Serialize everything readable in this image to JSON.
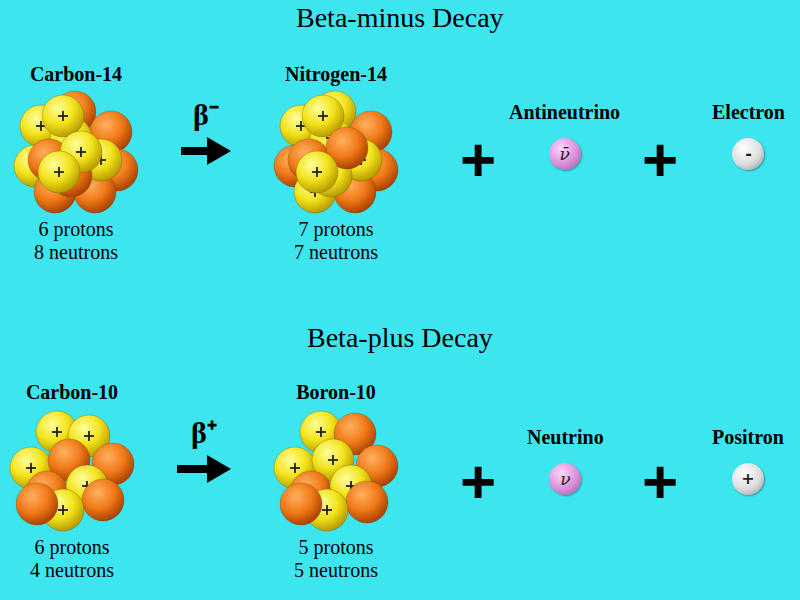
{
  "diagram": {
    "title": "Beta-minus Decay",
    "nodes": [
      {
        "text": [
          "Carbon-14",
          "6 protons 8 neutrons"
        ]
      },
      {
        "text": [
          "Nitrogen-14",
          "7 protons 7 neutrons"
        ]
      },
      {
        "text": [
          "Antineutrino",
          "ν̄"
        ]
      },
      {
        "text": [
          "Electron",
          "-"
        ]
      },
      {
        "text": [
          "Carbon-10",
          "6 protons 4 neutrons"
        ]
      },
      {
        "text": [
          "Boron-10",
          "5 protons 5 neutrons"
        ]
      },
      {
        "text": [
          "Neutrino",
          "ν"
        ]
      },
      {
        "text": [
          "Positron",
          "+"
        ]
      }
    ],
    "edges": [
      {
        "from": 0,
        "to": 1,
        "arrow": "to",
        "label": "β⁻"
      },
      {
        "from": 4,
        "to": 5,
        "arrow": "to",
        "label": "β⁺"
      }
    ],
    "labels": [
      "Beta-plus Decay",
      "+",
      "+",
      "+",
      "+"
    ]
  }
}
